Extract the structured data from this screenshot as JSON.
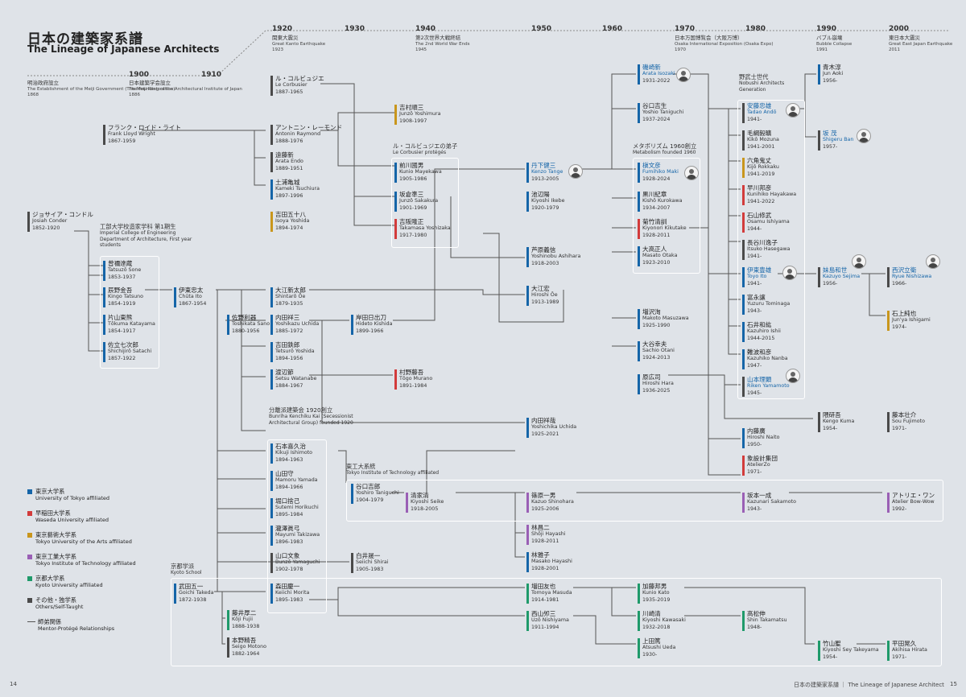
{
  "title": {
    "jp": "日本の建築家系譜",
    "en": "The Lineage of Japanese Architects"
  },
  "timeline": {
    "years": [
      "1900",
      "1910",
      "1920",
      "1930",
      "1940",
      "1950",
      "1960",
      "1970",
      "1980",
      "1990",
      "2000"
    ],
    "events": [
      {
        "jp": "明治政府設立",
        "en": "The Establishment of the Meiji Government (The Meiji Restoration)",
        "year": "1868"
      },
      {
        "jp": "日本建築学会設立",
        "en": "The Founding of the Architectural Institute of Japan",
        "year": "1886"
      },
      {
        "jp": "関東大震災",
        "en": "Great Kanto Earthquake",
        "year": "1923"
      },
      {
        "jp": "第2次世界大戦終結",
        "en": "The 2nd World War Ends",
        "year": "1945"
      },
      {
        "jp": "日本万国博覧会（大阪万博）",
        "en": "Osaka International Exposition (Osaka Expo)",
        "year": "1970"
      },
      {
        "jp": "バブル崩壊",
        "en": "Bubble Collapse",
        "year": "1991"
      },
      {
        "jp": "東日本大震災",
        "en": "Great East Japan Earthquake",
        "year": "2011"
      }
    ]
  },
  "groups": {
    "imperial": {
      "jp": "工部大学校造家学科 第1期生",
      "en": "Imperial College of Engineering Department of Architecture, First year students"
    },
    "corbu": {
      "jp": "ル・コルビュジエの弟子",
      "en": "Le Corbusier protégés"
    },
    "metabolism": {
      "jp": "メタボリズム 1960創立",
      "en": "Metabolism founded 1960"
    },
    "nobushi": {
      "jp": "野武士世代",
      "en": "Nobushi Architects Generation"
    },
    "bunriha": {
      "jp": "分離派建築会 1920創立",
      "en": "Bunriha Kenchiku Kai (Secessionist Architectural Group) founded 1920"
    },
    "tokodai": {
      "jp": "東工大系統",
      "en": "Tokyo Institute of Technology affiliated"
    },
    "kyoto": {
      "jp": "京都学派",
      "en": "Kyoto School"
    }
  },
  "legend": [
    {
      "jp": "東京大学系",
      "en": "University of Tokyo affiliated",
      "color": "#1565a8"
    },
    {
      "jp": "早稲田大学系",
      "en": "Waseda University affiliated",
      "color": "#d23b3b"
    },
    {
      "jp": "東京藝術大学系",
      "en": "Tokyo University of the Arts affiliated",
      "color": "#c9961c"
    },
    {
      "jp": "東京工業大学系",
      "en": "Tokyo Institute of Technology affiliated",
      "color": "#9a5fb5"
    },
    {
      "jp": "京都大学系",
      "en": "Kyoto University affiliated",
      "color": "#1f9a6a"
    },
    {
      "jp": "その他・独学系",
      "en": "Others/Self-Taught",
      "color": "#4a4a4a"
    }
  ],
  "legend_line": {
    "jp": "師弟関係",
    "en": "Mentor-Protégé Relationships"
  },
  "architects": {
    "conder": {
      "jp": "ジョサイア・コンドル",
      "en": "Josiah Conder",
      "years": "1852-1920"
    },
    "sone": {
      "jp": "曾禰達蔵",
      "en": "Tatsuzō Sone",
      "years": "1853-1937"
    },
    "tatsuno": {
      "jp": "辰野金吾",
      "en": "Kingo Tatsuno",
      "years": "1854-1919"
    },
    "katayama": {
      "jp": "片山東熊",
      "en": "Tōkuma Katayama",
      "years": "1854-1917"
    },
    "satachi": {
      "jp": "佐立七次郎",
      "en": "Shichijirō Satachi",
      "years": "1857-1922"
    },
    "wright": {
      "jp": "フランク・ロイド・ライト",
      "en": "Frank Lloyd Wright",
      "years": "1867-1959"
    },
    "ito_chuta": {
      "jp": "伊東忠太",
      "en": "Chūta Ito",
      "years": "1867-1954"
    },
    "sano": {
      "jp": "佐野利器",
      "en": "Toshikata Sano",
      "years": "1880-1956"
    },
    "takeda": {
      "jp": "武田五一",
      "en": "Goichi Takeda",
      "years": "1872-1938"
    },
    "fujii": {
      "jp": "藤井厚二",
      "en": "Kōji Fujii",
      "years": "1888-1938"
    },
    "motono": {
      "jp": "本野精吾",
      "en": "Seigo Motono",
      "years": "1882-1964"
    },
    "corbusier": {
      "jp": "ル・コルビュジエ",
      "en": "Le Corbusier",
      "years": "1887-1965"
    },
    "raymond": {
      "jp": "アントニン・レーモンド",
      "en": "Antonin Raymond",
      "years": "1888-1976"
    },
    "endo": {
      "jp": "遠藤新",
      "en": "Arata Endo",
      "years": "1889-1951"
    },
    "tsuchiura": {
      "jp": "土浦亀城",
      "en": "Kameki Tsuchiura",
      "years": "1897-1996"
    },
    "yoshida_i": {
      "jp": "吉田五十八",
      "en": "Isoya Yoshida",
      "years": "1894-1974"
    },
    "oe_s": {
      "jp": "大江新太郎",
      "en": "Shintarō Ōe",
      "years": "1879-1935"
    },
    "uchida_y": {
      "jp": "内田祥三",
      "en": "Yoshikazu Uchida",
      "years": "1885-1972"
    },
    "yoshida_t": {
      "jp": "吉田鉄郎",
      "en": "Tetsurō Yoshida",
      "years": "1894-1956"
    },
    "watanabe": {
      "jp": "渡辺節",
      "en": "Setsu Watanabe",
      "years": "1884-1967"
    },
    "kishida": {
      "jp": "岸田日出刀",
      "en": "Hideto Kishida",
      "years": "1899-1966"
    },
    "murano": {
      "jp": "村野藤吾",
      "en": "Tōgo Murano",
      "years": "1891-1984"
    },
    "ishimoto": {
      "jp": "石本喜久治",
      "en": "Kikuji Ishimoto",
      "years": "1894-1963"
    },
    "yamada": {
      "jp": "山田守",
      "en": "Mamoru Yamada",
      "years": "1894-1966"
    },
    "horiguchi": {
      "jp": "堀口捨己",
      "en": "Sutemi Horikuchi",
      "years": "1895-1984"
    },
    "takizawa": {
      "jp": "瀧澤眞弓",
      "en": "Mayumi Takizawa",
      "years": "1896-1983"
    },
    "yamaguchi": {
      "jp": "山口文象",
      "en": "Bunzō Yamaguchi",
      "years": "1902-1978"
    },
    "morita": {
      "jp": "森田慶一",
      "en": "Keiichi Morita",
      "years": "1895-1983"
    },
    "shirai": {
      "jp": "白井晟一",
      "en": "Seiichi Shirai",
      "years": "1905-1983"
    },
    "yoshimura": {
      "jp": "吉村順三",
      "en": "Junzō Yoshimura",
      "years": "1908-1997"
    },
    "maekawa": {
      "jp": "前川國男",
      "en": "Kunio Mayekawa",
      "years": "1905-1986"
    },
    "sakakura": {
      "jp": "坂倉準三",
      "en": "Junzō Sakakura",
      "years": "1901-1969"
    },
    "yoshizaka": {
      "jp": "吉阪隆正",
      "en": "Takamasa Yoshizaka",
      "years": "1917-1980"
    },
    "taniguchi_y": {
      "jp": "谷口吉郎",
      "en": "Yoshiro Taniguchi",
      "years": "1904-1979"
    },
    "seike": {
      "jp": "清家清",
      "en": "Kiyoshi Seike",
      "years": "1918-2005"
    },
    "tange": {
      "jp": "丹下健三",
      "en": "Kenzo Tange",
      "years": "1913-2005"
    },
    "ikebe": {
      "jp": "池辺陽",
      "en": "Kiyoshi Ikebe",
      "years": "1920-1979"
    },
    "ashihara": {
      "jp": "芦原義信",
      "en": "Yoshinobu Ashihara",
      "years": "1918-2003"
    },
    "oe_h": {
      "jp": "大江宏",
      "en": "Hiroshi Ōe",
      "years": "1913-1989"
    },
    "uchida_ys": {
      "jp": "内田祥哉",
      "en": "Yoshichika Uchida",
      "years": "1925-2021"
    },
    "shinohara": {
      "jp": "篠原一男",
      "en": "Kazuo Shinohara",
      "years": "1925-2006"
    },
    "hayashi_s": {
      "jp": "林昌二",
      "en": "Shōji Hayashi",
      "years": "1928-2011"
    },
    "hayashi_m": {
      "jp": "林雅子",
      "en": "Masako Hayashi",
      "years": "1928-2001"
    },
    "masuda": {
      "jp": "増田友也",
      "en": "Tomoya Masuda",
      "years": "1914-1981"
    },
    "nishiyama": {
      "jp": "西山夘三",
      "en": "Uzō Nishiyama",
      "years": "1911-1994"
    },
    "isozaki": {
      "jp": "磯崎新",
      "en": "Arata Isozaki",
      "years": "1931-2022"
    },
    "taniguchi_yo": {
      "jp": "谷口吉生",
      "en": "Yoshio Taniguchi",
      "years": "1937-2024"
    },
    "maki": {
      "jp": "槇文彦",
      "en": "Fumihiko Maki",
      "years": "1928-2024"
    },
    "kurokawa": {
      "jp": "黒川紀章",
      "en": "Kishō Kurokawa",
      "years": "1934-2007"
    },
    "kikutake": {
      "jp": "菊竹清訓",
      "en": "Kiyonori Kikutake",
      "years": "1928-2011"
    },
    "otaka": {
      "jp": "大高正人",
      "en": "Masato Otaka",
      "years": "1923-2010"
    },
    "masuzawa": {
      "jp": "増沢洵",
      "en": "Makoto Masuzawa",
      "years": "1925-1990"
    },
    "otani": {
      "jp": "大谷幸夫",
      "en": "Sachio Otani",
      "years": "1924-2013"
    },
    "hara": {
      "jp": "原広司",
      "en": "Hiroshi Hara",
      "years": "1936-2025"
    },
    "kato": {
      "jp": "加藤邦男",
      "en": "Kunio Kato",
      "years": "1935-2019"
    },
    "kawasaki": {
      "jp": "川崎清",
      "en": "Kiyoshi Kawasaki",
      "years": "1932-2018"
    },
    "ueda": {
      "jp": "上田篤",
      "en": "Atsushi Ueda",
      "years": "1930-"
    },
    "ando": {
      "jp": "安藤忠雄",
      "en": "Tadao Andō",
      "years": "1941-"
    },
    "mozuna": {
      "jp": "毛綱毅曠",
      "en": "Kikō Mozuna",
      "years": "1941-2001"
    },
    "rokkaku": {
      "jp": "六角鬼丈",
      "en": "Kijō Rokkaku",
      "years": "1941-2019"
    },
    "hayakawa": {
      "jp": "早川邦彦",
      "en": "Kunihiko Hayakawa",
      "years": "1941-2022"
    },
    "ishiyama": {
      "jp": "石山修武",
      "en": "Osamu Ishiyama",
      "years": "1944-"
    },
    "hasegawa": {
      "jp": "長谷川逸子",
      "en": "Itsuko Hasegawa",
      "years": "1941-"
    },
    "ito_toyo": {
      "jp": "伊東豊雄",
      "en": "Toyo Ito",
      "years": "1941-"
    },
    "tominaga": {
      "jp": "富永譲",
      "en": "Yuzuru Tominaga",
      "years": "1943-"
    },
    "ishii": {
      "jp": "石井和紘",
      "en": "Kazuhiro Ishii",
      "years": "1944-2015"
    },
    "nanba": {
      "jp": "難波和彦",
      "en": "Kazuhiko Nanba",
      "years": "1947-"
    },
    "yamamoto": {
      "jp": "山本理顕",
      "en": "Riken Yamamoto",
      "years": "1945-"
    },
    "naito": {
      "jp": "内藤廣",
      "en": "Hiroshi Naito",
      "years": "1950-"
    },
    "atelierzo": {
      "jp": "象設計集団",
      "en": "AtelierZo",
      "years": "1971-"
    },
    "sakamoto": {
      "jp": "坂本一成",
      "en": "Kazunari Sakamoto",
      "years": "1943-"
    },
    "takamatsu": {
      "jp": "高松伸",
      "en": "Shin Takamatsu",
      "years": "1948-"
    },
    "aoki": {
      "jp": "青木淳",
      "en": "Jun Aoki",
      "years": "1956-"
    },
    "ban": {
      "jp": "坂 茂",
      "en": "Shigeru Ban",
      "years": "1957-"
    },
    "sejima": {
      "jp": "妹島和世",
      "en": "Kazuyo Sejima",
      "years": "1956-"
    },
    "nishizawa": {
      "jp": "西沢立衛",
      "en": "Ryue Nishizawa",
      "years": "1966-"
    },
    "ishigami": {
      "jp": "石上純也",
      "en": "Jun'ya Ishigami",
      "years": "1974-"
    },
    "kuma": {
      "jp": "隈研吾",
      "en": "Kengo Kuma",
      "years": "1954-"
    },
    "fujimoto": {
      "jp": "藤本壮介",
      "en": "Sou Fujimoto",
      "years": "1971-"
    },
    "bowwow": {
      "jp": "アトリエ・ワン",
      "en": "Atelier Bow-Wow",
      "years": "1992-"
    },
    "takeyama": {
      "jp": "竹山聖",
      "en": "Kiyoshi Sey Takeyama",
      "years": "1954-"
    },
    "hirata": {
      "jp": "平田晃久",
      "en": "Akihisa Hirata",
      "years": "1971-"
    }
  },
  "footer": {
    "page_left": "14",
    "page_right": "15",
    "caption": "日本の建築家系譜 ｜ The Lineage of Japanese Architect"
  }
}
